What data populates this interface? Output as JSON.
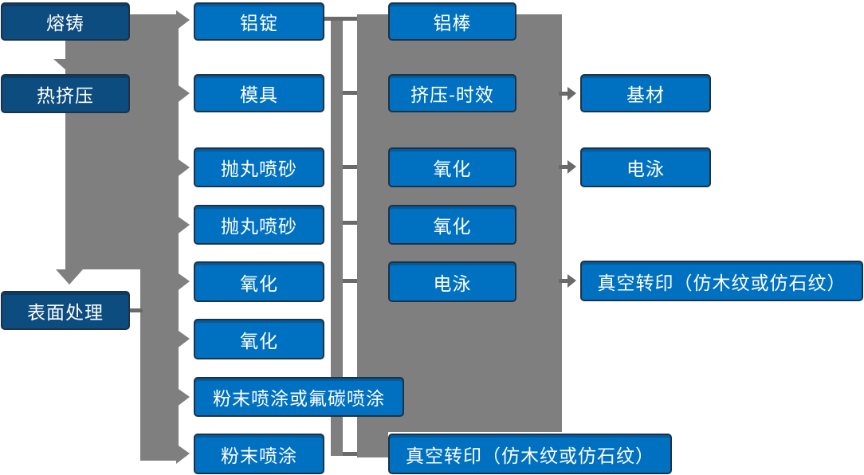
{
  "diagram": {
    "description": "Aluminum profile production process flowchart",
    "colors": {
      "stage_box_fill": "#0d4c7f",
      "process_box_fill": "#0071c1",
      "box_border": "#1d3246",
      "connector_band": "#7f7f7f",
      "connector_line": "#6a6a6a",
      "label_text": "#ffffff",
      "background": "#ffffff"
    },
    "nodes": [
      {
        "id": "melting-casting",
        "label": "熔铸",
        "type": "stage"
      },
      {
        "id": "hot-extrusion",
        "label": "热挤压",
        "type": "stage"
      },
      {
        "id": "surface-treatment",
        "label": "表面处理",
        "type": "stage"
      },
      {
        "id": "aluminum-ingot",
        "label": "铝锭",
        "type": "process"
      },
      {
        "id": "mold",
        "label": "模具",
        "type": "process"
      },
      {
        "id": "shot-blasting-1",
        "label": "抛丸喷砂",
        "type": "process"
      },
      {
        "id": "shot-blasting-2",
        "label": "抛丸喷砂",
        "type": "process"
      },
      {
        "id": "anodizing-1",
        "label": "氧化",
        "type": "process"
      },
      {
        "id": "anodizing-2",
        "label": "氧化",
        "type": "process"
      },
      {
        "id": "powder-or-fluorocarbon-coating",
        "label": "粉末喷涂或氟碳喷涂",
        "type": "process"
      },
      {
        "id": "powder-coating",
        "label": "粉末喷涂",
        "type": "process"
      },
      {
        "id": "aluminum-rod",
        "label": "铝棒",
        "type": "process"
      },
      {
        "id": "extrusion-aging",
        "label": "挤压-时效",
        "type": "process"
      },
      {
        "id": "anodizing-3",
        "label": "氧化",
        "type": "process"
      },
      {
        "id": "anodizing-4",
        "label": "氧化",
        "type": "process"
      },
      {
        "id": "electrophoresis-1",
        "label": "电泳",
        "type": "process"
      },
      {
        "id": "vacuum-transfer-print-1",
        "label": "真空转印（仿木纹或仿石纹）",
        "type": "process"
      },
      {
        "id": "base-material",
        "label": "基材",
        "type": "process"
      },
      {
        "id": "electrophoresis-2",
        "label": "电泳",
        "type": "process"
      },
      {
        "id": "vacuum-transfer-print-2",
        "label": "真空转印（仿木纹或仿石纹）",
        "type": "process"
      }
    ],
    "flows": {
      "down_arrows": [
        "熔铸 → 热挤压",
        "热挤压 → 表面处理"
      ],
      "arrows_into_column2": [
        "铝锭",
        "模具",
        "抛丸喷砂",
        "抛丸喷砂",
        "氧化",
        "氧化",
        "粉末喷涂或氟碳喷涂",
        "粉末喷涂"
      ],
      "links_column2_column3": [
        "铝锭 — 铝棒",
        "模具 — 挤压-时效",
        "抛丸喷砂 — 氧化",
        "抛丸喷砂 — 氧化",
        "氧化 — 电泳",
        "粉末喷涂 — 真空转印（仿木纹或仿石纹）"
      ],
      "arrows_into_column4": [
        "挤压-时效 → 基材",
        "氧化 → 电泳",
        "电泳 → 真空转印（仿木纹或仿石纹）"
      ]
    }
  }
}
